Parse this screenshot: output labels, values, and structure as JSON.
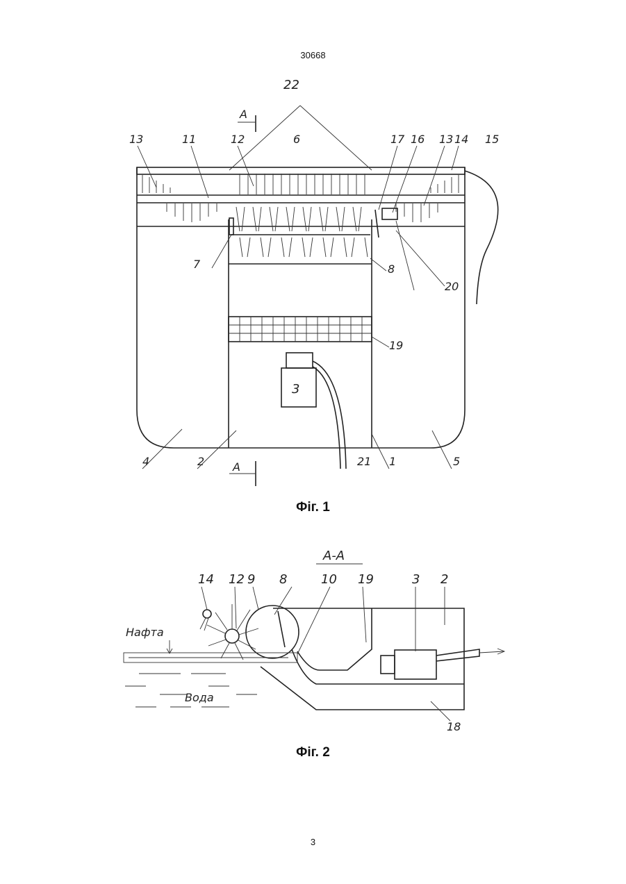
{
  "header": {
    "patent_number": "30668"
  },
  "figure1": {
    "caption": "Фіг. 1",
    "section_mark": "A",
    "motor_label": "3",
    "labels": [
      "22",
      "6",
      "13",
      "11",
      "12",
      "17",
      "16",
      "13",
      "14",
      "15",
      "7",
      "8",
      "20",
      "19",
      "4",
      "2",
      "21",
      "1",
      "5"
    ]
  },
  "figure2": {
    "caption": "Фіг. 2",
    "section_title": "A-A",
    "oil_label": "Нафта",
    "water_label": "Вода",
    "labels": [
      "14",
      "12",
      "9",
      "8",
      "10",
      "19",
      "3",
      "2",
      "18"
    ]
  },
  "footer": {
    "page_number": "3"
  }
}
